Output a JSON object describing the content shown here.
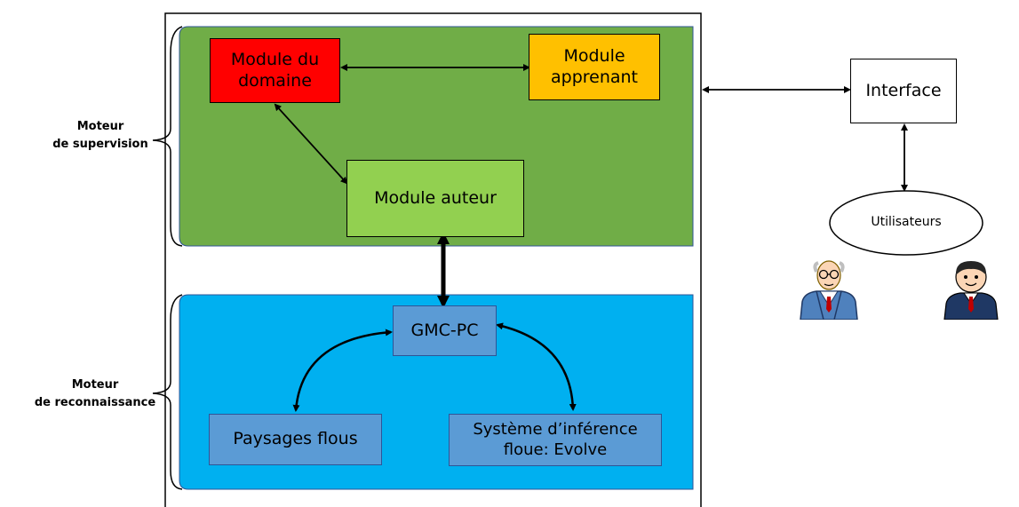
{
  "outer_labels": {
    "supervision_line1": "Moteur",
    "supervision_line2": "de supervision",
    "reconnaissance_line1": "Moteur",
    "reconnaissance_line2": "de reconnaissance"
  },
  "modules": {
    "domaine": "Module du\ndomaine",
    "apprenant": "Module\napprenant",
    "auteur": "Module auteur"
  },
  "recognition": {
    "gmc": "GMC-PC",
    "paysages": "Paysages flous",
    "systeme": "Système d’inférence\nfloue: Evolve"
  },
  "interface": "Interface",
  "users": "Utilisateurs",
  "colors": {
    "supervision_panel": "#70ad47",
    "recognition_panel": "#00b0f0",
    "domaine_fill": "#ff0000",
    "apprenant_fill": "#ffc000",
    "auteur_fill": "#92d050",
    "recognition_node_fill": "#5b9bd5",
    "outline": "#000000"
  },
  "icons": [
    "old-man-user-icon",
    "young-man-user-icon"
  ]
}
